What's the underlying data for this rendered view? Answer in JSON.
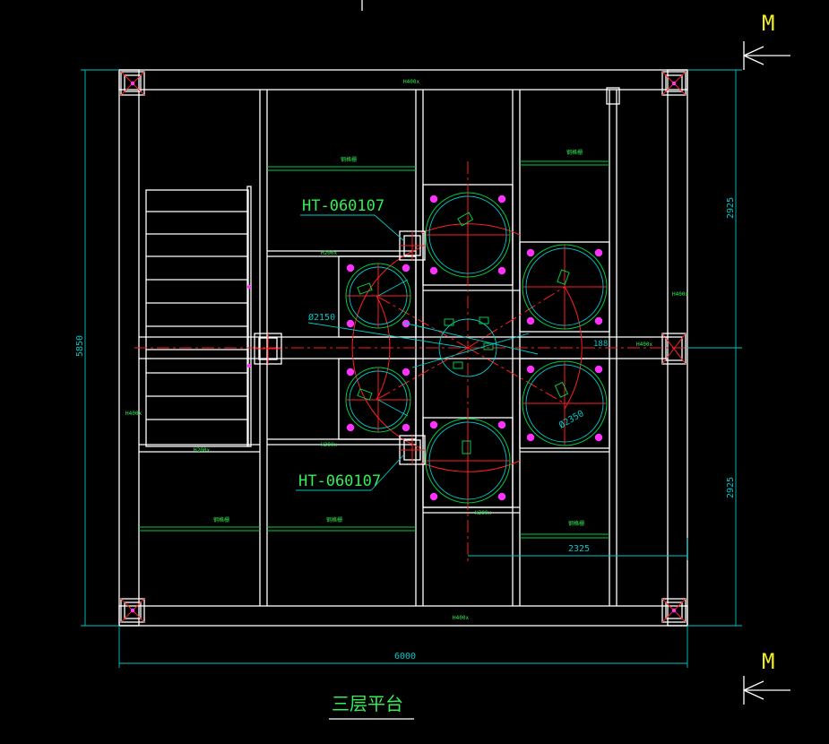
{
  "drawing": {
    "title": "三层平台",
    "section_mark_top": "M",
    "section_mark_bottom": "M",
    "callouts": [
      {
        "text": "HT-060107"
      },
      {
        "text": "HT-060107"
      }
    ],
    "dimensions": {
      "overall_width": "6000",
      "overall_height": "5850",
      "right_upper": "2925",
      "right_lower": "2925",
      "bottom_inner": "2325",
      "offset": "188"
    },
    "diameters": {
      "small_tank": "Ø2150",
      "large_tank": "Ø2350"
    },
    "beam_labels": {
      "frame": "H400x",
      "mid": "H400x",
      "grating": "钢格栅",
      "small": "H200x"
    }
  },
  "colors": {
    "background": "#000000",
    "structure": "#ffffff",
    "annotation": "#00cc44",
    "dimension": "#00c8c8",
    "centerline": "#ff2020",
    "bolt": "#ff33ff",
    "section_mark": "#eeee22"
  }
}
